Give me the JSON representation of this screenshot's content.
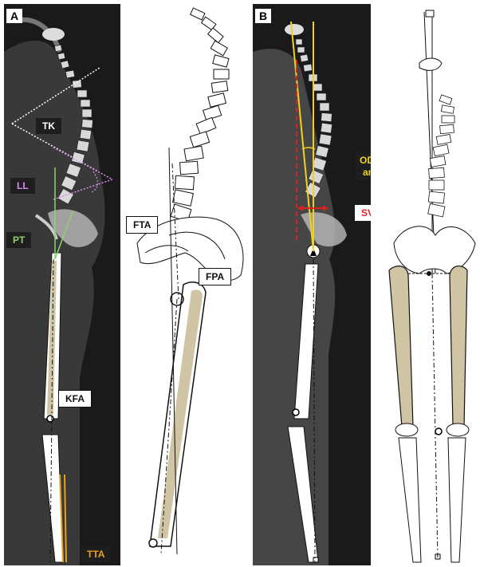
{
  "panels": {
    "a": {
      "letter": "A"
    },
    "b": {
      "letter": "B"
    }
  },
  "labels": {
    "tk": "TK",
    "ll": "LL",
    "pt": "PT",
    "kfa": "KFA",
    "tta": "TTA",
    "fta": "FTA",
    "fpa": "FPA",
    "odha_line1": "OD-HA",
    "odha_line2": "angle",
    "sva": "SVA"
  },
  "colors": {
    "tk": "#ffffff",
    "ll": "#d88be8",
    "pt": "#8fd16b",
    "tta": "#e8a020",
    "odha": "#f0d020",
    "sva": "#e02020",
    "femur_tint": "#cfc4a4",
    "bone_line": "#111111"
  }
}
